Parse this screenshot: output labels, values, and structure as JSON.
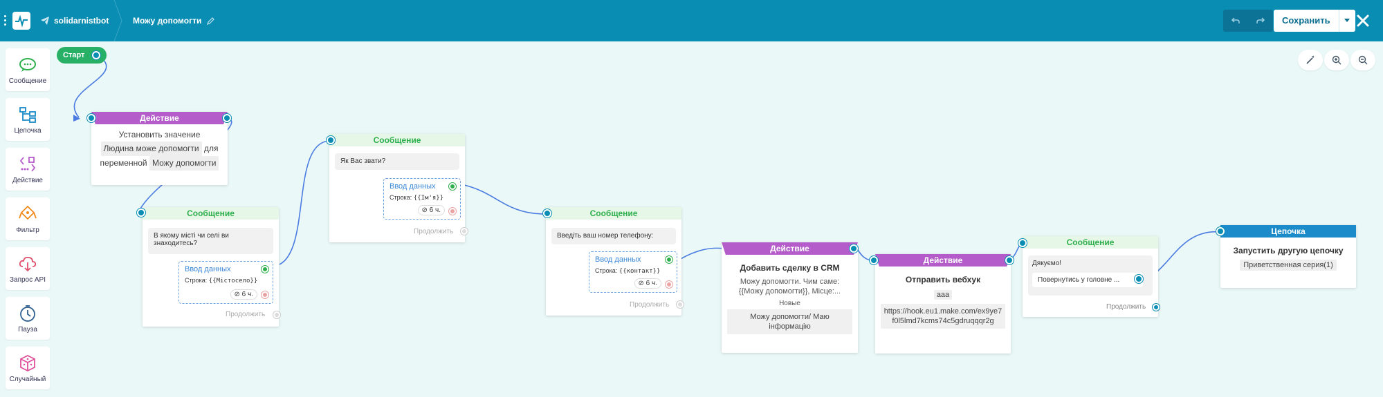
{
  "header": {
    "bot_name": "solidarnistbot",
    "chain_title": "Можу допомогти",
    "save_label": "Сохранить"
  },
  "sidebar": {
    "items": [
      {
        "label": "Сообщение",
        "icon": "message-icon"
      },
      {
        "label": "Цепочка",
        "icon": "chain-icon"
      },
      {
        "label": "Действие",
        "icon": "action-icon"
      },
      {
        "label": "Фильтр",
        "icon": "filter-icon"
      },
      {
        "label": "Запрос API",
        "icon": "api-icon"
      },
      {
        "label": "Пауза",
        "icon": "pause-icon"
      },
      {
        "label": "Случайный",
        "icon": "random-icon"
      }
    ]
  },
  "canvas": {
    "start_label": "Старт",
    "continue_label": "Продолжить",
    "nodes": {
      "action1": {
        "head": "Действие",
        "line1": "Установить значение",
        "value": "Людина може допомогти",
        "for": "для",
        "variable_label": "переменной",
        "variable": "Можу допомогти"
      },
      "msg1": {
        "head": "Сообщение",
        "text": "В якому місті чи селі ви знаходитесь?",
        "input_title": "Ввод данных",
        "input_type": "Строка:",
        "input_var": "{{Містосело}}",
        "timeout": "6 ч."
      },
      "msg2": {
        "head": "Сообщение",
        "text": "Як Вас звати?",
        "input_title": "Ввод данных",
        "input_type": "Строка:",
        "input_var": "{{Ім'я}}",
        "timeout": "6 ч."
      },
      "msg3": {
        "head": "Сообщение",
        "text": "Введіть ваш номер телефону:",
        "input_title": "Ввод данных",
        "input_type": "Строка:",
        "input_var": "{{контакт}}",
        "timeout": "6 ч."
      },
      "action2": {
        "head": "Действие",
        "title": "Добавить сделку в CRM",
        "desc": "Можу допомогти. Чим саме: {{Можу допомогти}}, Місце:...",
        "status": "Новые",
        "pipeline": "Можу допомогти/ Маю інформацію"
      },
      "action3": {
        "head": "Действие",
        "title": "Отправить вебхук",
        "tag": "ааа",
        "url": "https://hook.eu1.make.com/ex9ye7f0l5lmd7kcms74c5gdruqqqr2g"
      },
      "msg4": {
        "head": "Сообщение",
        "text": "Дякуємо!",
        "button": "Повернутись у головне ..."
      },
      "chain1": {
        "head": "Цепочка",
        "title": "Запустить другую цепочку",
        "chain": "Приветственная серия(1)"
      }
    }
  }
}
